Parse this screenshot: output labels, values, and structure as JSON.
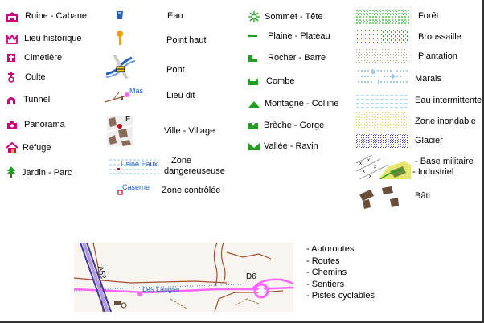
{
  "col1": [
    {
      "key": "ruine",
      "label": "Ruine - Cabane",
      "icon": "ruin-cabin-icon"
    },
    {
      "key": "lieu_historique",
      "label": "Lieu historique",
      "icon": "historic-site-icon"
    },
    {
      "key": "cimetiere",
      "label": "Cimetière",
      "icon": "cemetery-icon"
    },
    {
      "key": "culte",
      "label": "Culte",
      "icon": "worship-icon"
    },
    {
      "key": "tunnel",
      "label": "Tunnel",
      "icon": "tunnel-icon"
    },
    {
      "key": "panorama",
      "label": "Panorama",
      "icon": "camera-icon"
    },
    {
      "key": "refuge",
      "label": "Refuge",
      "icon": "refuge-house-icon"
    },
    {
      "key": "jardin",
      "label": "Jardin - Parc",
      "icon": "tree-icon"
    }
  ],
  "col2": [
    {
      "key": "eau",
      "label": "Eau",
      "icon": "water-icon"
    },
    {
      "key": "point_haut",
      "label": "Point haut",
      "icon": "high-point-pin-icon"
    },
    {
      "key": "pont",
      "label": "Pont",
      "icon": "bridge-map-icon"
    },
    {
      "key": "lieu_dit",
      "label": "Lieu dit",
      "icon": "locality-map-icon",
      "sample": "Mas"
    },
    {
      "key": "ville",
      "label": "Ville - Village",
      "icon": "town-map-icon",
      "sample": "F"
    },
    {
      "key": "zone_dangereuse",
      "label_line1": "Zone",
      "label_line2": "dangereuseuse",
      "icon": "danger-zone-map-icon",
      "sample": "Usine Eaux"
    },
    {
      "key": "zone_controlee",
      "label": "Zone contrôlée",
      "icon": "controlled-zone-map-icon",
      "sample": "Caserne"
    }
  ],
  "col3": [
    {
      "key": "sommet",
      "label": "Sommet - Tête",
      "icon": "summit-sun-icon"
    },
    {
      "key": "plaine",
      "label": "Plaine - Plateau",
      "icon": "plain-icon"
    },
    {
      "key": "rocher",
      "label": "Rocher - Barre",
      "icon": "rock-icon"
    },
    {
      "key": "combe",
      "label": "Combe",
      "icon": "combe-icon"
    },
    {
      "key": "montagne",
      "label": "Montagne - Colline",
      "icon": "mountain-icon"
    },
    {
      "key": "breche",
      "label": "Brèche - Gorge",
      "icon": "gorge-icon"
    },
    {
      "key": "vallee",
      "label": "Vallée - Ravin",
      "icon": "valley-icon"
    }
  ],
  "col4": [
    {
      "key": "foret",
      "label": "Forêt",
      "icon": "forest-pattern"
    },
    {
      "key": "broussaille",
      "label": "Broussaille",
      "icon": "scrub-pattern"
    },
    {
      "key": "plantation",
      "label": "Plantation",
      "icon": "plantation-pattern"
    },
    {
      "key": "marais",
      "label": "Marais",
      "icon": "marsh-pattern"
    },
    {
      "key": "eau_intermittente",
      "label": "Eau intermittente",
      "icon": "intermittent-water-pattern"
    },
    {
      "key": "zone_inondable",
      "label": "Zone inondable",
      "icon": "flood-zone-pattern"
    },
    {
      "key": "glacier",
      "label": "Glacier",
      "icon": "glacier-pattern"
    },
    {
      "key": "base_militaire",
      "label_line1": "- Base militaire",
      "label_line2": "- Industriel",
      "icon": "military-industrial-map-icon"
    },
    {
      "key": "bati",
      "label": "Bâti",
      "icon": "buildings-icon"
    }
  ],
  "roads": {
    "labels": [
      "- Autoroutes",
      "- Routes",
      "- Chemins",
      "- Sentiers",
      "- Pistes cyclables"
    ],
    "map_texts": {
      "a52": "A52",
      "d6": "D6",
      "les_laugier": "Les Laugier"
    }
  },
  "colors": {
    "magenta": "#cc0077",
    "green": "#20a020",
    "road_pink": "#ff66ff",
    "highway": "#3a3aa0",
    "path_brown": "#a0522d",
    "built": "#6b4f3a",
    "blue": "#2060c0"
  }
}
